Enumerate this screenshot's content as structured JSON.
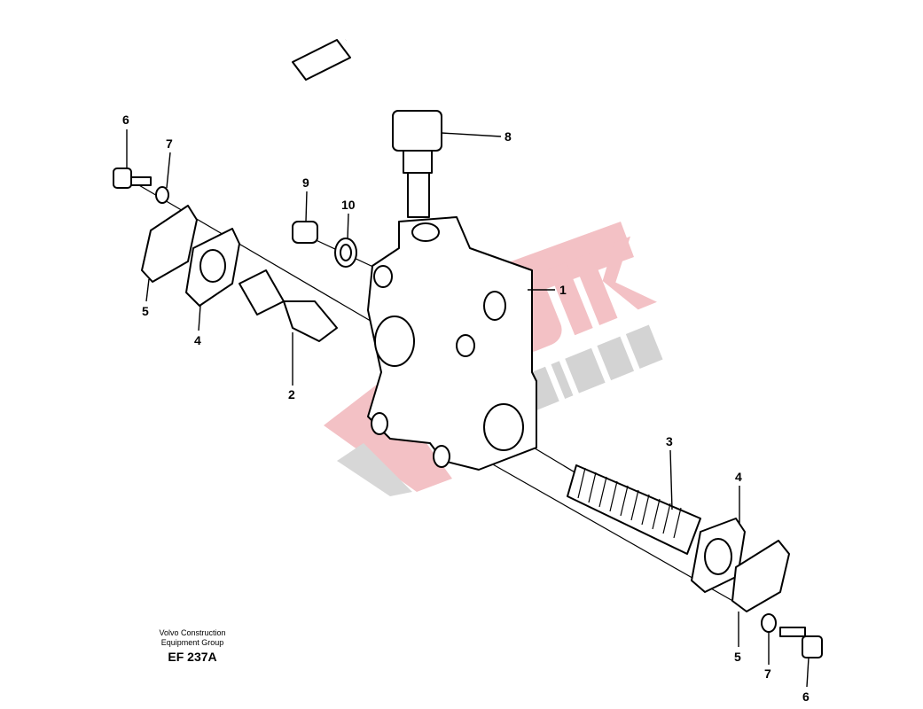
{
  "diagram": {
    "callouts": {
      "c6_top": "6",
      "c7_top": "7",
      "c8": "8",
      "c9": "9",
      "c10": "10",
      "c1": "1",
      "c5_left": "5",
      "c4_left": "4",
      "c2": "2",
      "c3": "3",
      "c4_right": "4",
      "c5_right": "5",
      "c7_bottom": "7",
      "c6_bottom": "6"
    },
    "caption": {
      "company_line1": "Volvo Construction",
      "company_line2": "Equipment Group",
      "code": "EF 237A"
    },
    "watermark": {
      "text_top": "VITORK",
      "text_bottom": "ŞANZIMAN",
      "colors": {
        "red": "#e8848c",
        "grey": "#b0b0b0"
      }
    }
  }
}
